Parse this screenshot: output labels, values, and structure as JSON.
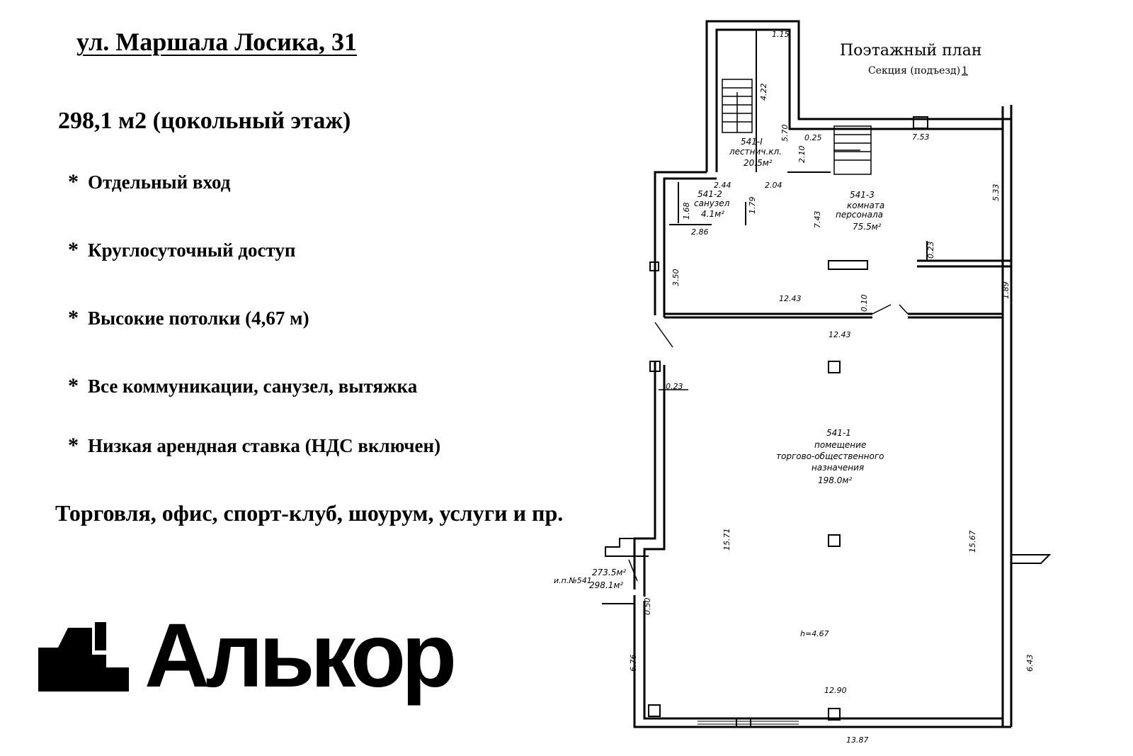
{
  "header": {
    "address": "ул. Маршала Лосика, 31",
    "area": "298,1 м2 (цокольный этаж)"
  },
  "features": [
    "Отдельный вход",
    "Круглосуточный доступ",
    "Высокие потолки (4,67 м)",
    "Все коммуникации, санузел, вытяжка",
    "Низкая арендная ставка (НДС включен)"
  ],
  "bullet_symbol": "*",
  "uses": "Торговля, офис, спорт-клуб, шоурум, услуги и пр.",
  "logo": {
    "text": "Алькор"
  },
  "plan": {
    "title": "Поэтажный план",
    "section_label": "Секция (подъезд)",
    "section_number": "1",
    "rooms": {
      "stair": {
        "code": "541-I",
        "name": "лестнич.кл.",
        "area": "20.5м²"
      },
      "bath": {
        "code": "541-2",
        "name": "санузел",
        "area": "4.1м²"
      },
      "staff": {
        "code": "541-3",
        "name_line1": "комната",
        "name_line2": "персонала",
        "area": "75.5м²"
      },
      "main": {
        "code": "541-1",
        "name_line1": "помещение",
        "name_line2": "торгово-общественного",
        "name_line3": "назначения",
        "area": "198.0м²"
      }
    },
    "totals": {
      "label": "и.п.№541",
      "area1": "273.5м²",
      "area2": "298.1м²"
    },
    "height": "h=4.67",
    "dims": {
      "d115": "1.15",
      "d422": "4.22",
      "d570": "5.70",
      "d210": "2.10",
      "d025": "0.25",
      "d753": "7.53",
      "d533": "5.33",
      "d244": "2.44",
      "d204": "2.04",
      "d168": "1.68",
      "d179": "1.79",
      "d286": "2.86",
      "d743": "7.43",
      "d023a": "0.23",
      "d350": "3.50",
      "d1243a": "12.43",
      "d010": "0.10",
      "d189": "1.89",
      "d1243b": "12.43",
      "d023b": "0.23",
      "d1571": "15.71",
      "d1567": "15.67",
      "d050": "0.50",
      "d676": "6.76",
      "d643": "6.43",
      "d1290": "12.90",
      "d1387": "13.87"
    }
  }
}
